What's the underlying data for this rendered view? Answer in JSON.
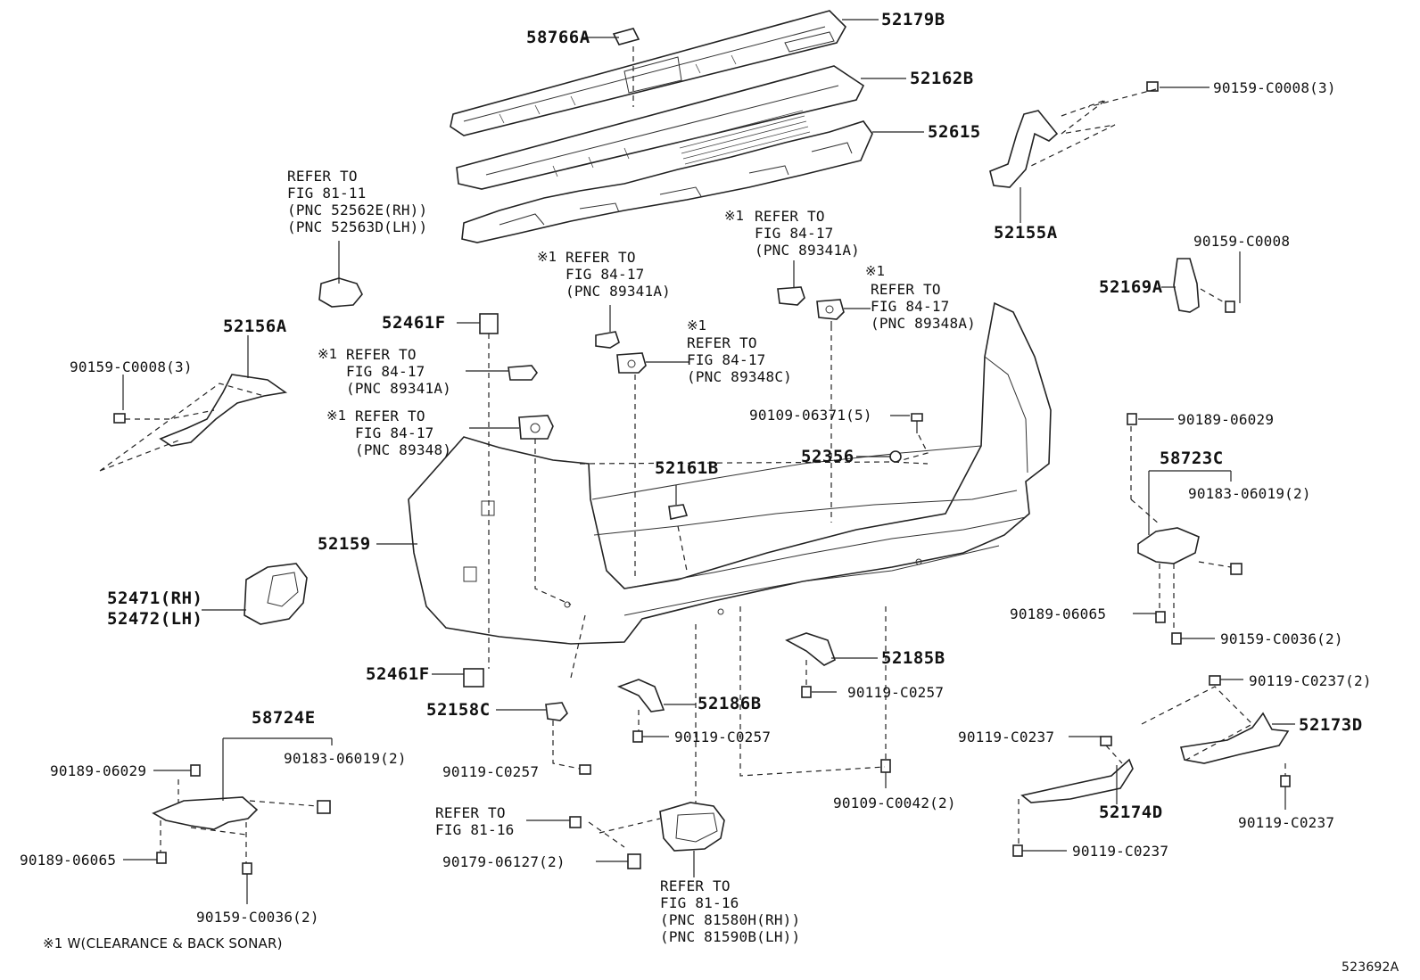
{
  "labels": {
    "p58766A": "58766A",
    "p52179B": "52179B",
    "p52162B": "52162B",
    "p52615": "52615",
    "p90159_3_top": "90159-C0008(3)",
    "p52155A": "52155A",
    "p90159_single": "90159-C0008",
    "p52169A": "52169A",
    "refer_81_11": "REFER TO\nFIG 81-11\n(PNC 52562E(RH))\n(PNC 52563D(LH))",
    "p52156A": "52156A",
    "p90159_3_left": "90159-C0008(3)",
    "p52461F_top": "52461F",
    "refer_a_mark": "※1",
    "refer_a": "REFER TO\nFIG 84-17\n(PNC 89341A)",
    "refer_b_mark": "※1",
    "refer_b": "REFER TO\nFIG 84-17\n(PNC 89341A)",
    "refer_c_mark": "※1",
    "refer_c": "REFER TO\nFIG 84-17\n(PNC 89341A)",
    "refer_d_mark": "※1",
    "refer_d": "REFER TO\nFIG 84-17\n(PNC 89348C)",
    "refer_e_mark": "※1",
    "refer_e": "REFER TO\nFIG 84-17\n(PNC 89348)",
    "refer_f_mark": "※1",
    "refer_f": "REFER TO\nFIG 84-17\n(PNC 89348A)",
    "p90109_06371": "90109-06371(5)",
    "p52356": "52356",
    "p52161B": "52161B",
    "p52159": "52159",
    "p52471": "52471(RH)",
    "p52472": "52472(LH)",
    "p90189_06029_r": "90189-06029",
    "p58723C": "58723C",
    "p90183_06019_r": "90183-06019(2)",
    "p90189_06065_r": "90189-06065",
    "p90159_c0036_r": "90159-C0036(2)",
    "p52185B": "52185B",
    "p90119_c0257_a": "90119-C0257",
    "p52461F_bot": "52461F",
    "p52158C": "52158C",
    "p52186B": "52186B",
    "p90119_c0257_b": "90119-C0257",
    "p90119_c0257_c": "90119-C0257",
    "p90119_c0237_2": "90119-C0237(2)",
    "p52173D": "52173D",
    "p90119_c0237_a": "90119-C0237",
    "p52174D": "52174D",
    "p90119_c0237_b": "90119-C0237",
    "p90119_c0237_c": "90119-C0237",
    "p58724E": "58724E",
    "p90189_06029_l": "90189-06029",
    "p90183_06019_l": "90183-06019(2)",
    "p90189_06065_l": "90189-06065",
    "p90159_c0036_l": "90159-C0036(2)",
    "refer_81_16_a": "REFER TO\nFIG 81-16",
    "p90179_06127": "90179-06127(2)",
    "refer_81_16_b": "REFER TO\nFIG 81-16\n(PNC 81580H(RH))\n(PNC 81590B(LH))",
    "p90109_c0042": "90109-C0042(2)",
    "footnote": "※1 W(CLEARANCE & BACK SONAR)",
    "diagram_code": "523692A"
  }
}
